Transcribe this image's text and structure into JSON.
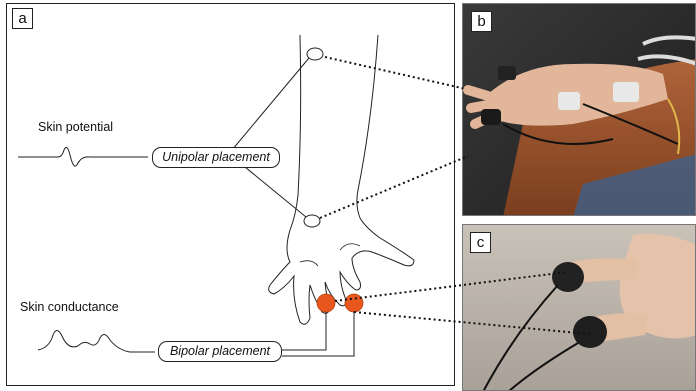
{
  "panels": {
    "a_label": "a",
    "b_label": "b",
    "c_label": "c"
  },
  "labels": {
    "skin_potential": "Skin potential",
    "skin_conductance": "Skin conductance",
    "unipolar": "Unipolar placement",
    "bipolar": "Bipolar placement"
  },
  "colors": {
    "electrode_fill": "#e8571e",
    "ink": "#222222"
  },
  "photos": {
    "b_content": "hand-with-electrodes-photo",
    "c_content": "fingertip-electrodes-photo"
  }
}
